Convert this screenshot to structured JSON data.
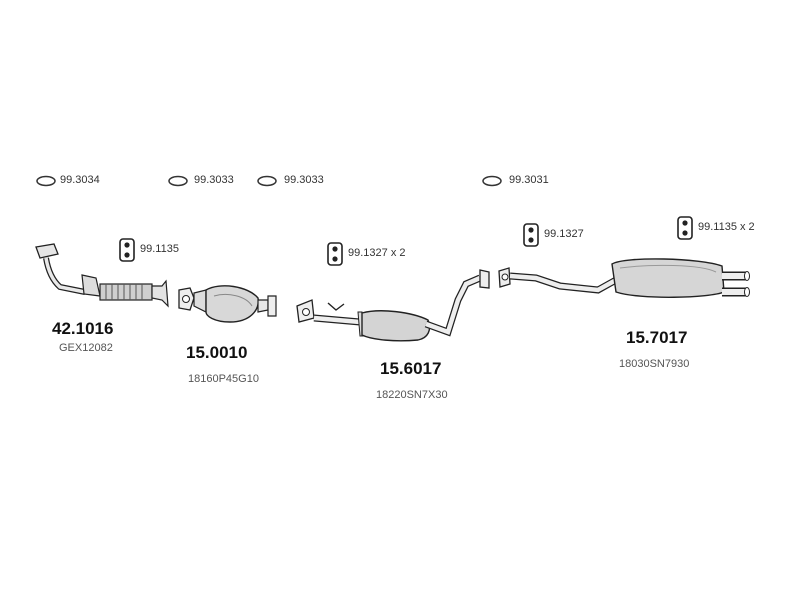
{
  "gaskets": [
    {
      "code": "99.3034"
    },
    {
      "code": "99.3033"
    },
    {
      "code": "99.3033"
    },
    {
      "code": "99.3031"
    }
  ],
  "mounts": [
    {
      "code": "99.1135"
    },
    {
      "code": "99.1327 x 2"
    },
    {
      "code": "99.1327"
    },
    {
      "code": "99.1135 x 2"
    }
  ],
  "parts": [
    {
      "number": "42.1016",
      "oem": "GEX12082"
    },
    {
      "number": "15.0010",
      "oem": "18160P45G10"
    },
    {
      "number": "15.6017",
      "oem": "18220SN7X30"
    },
    {
      "number": "15.7017",
      "oem": "18030SN7930"
    }
  ]
}
